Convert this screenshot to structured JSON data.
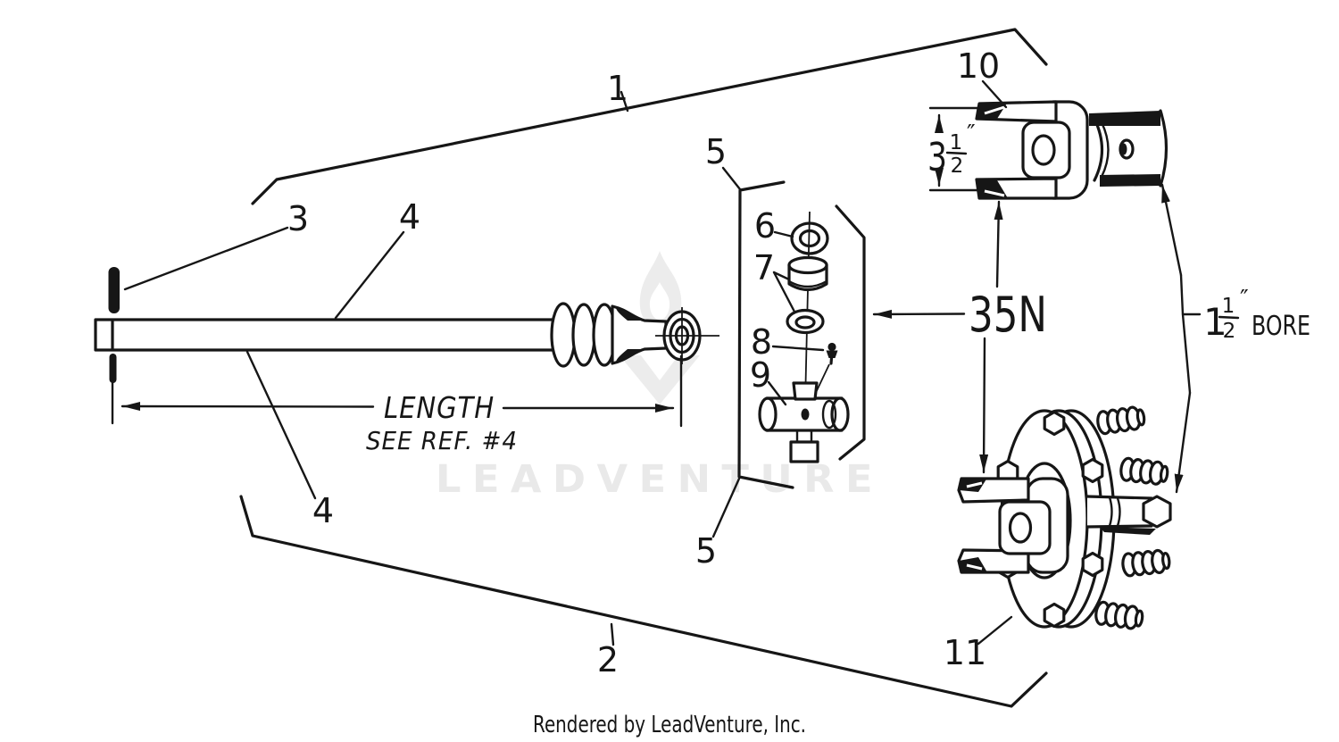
{
  "colors": {
    "ink": "#161616",
    "paper": "#ffffff",
    "watermark": "#e9e9e9"
  },
  "callouts": {
    "c1": "1",
    "c2": "2",
    "c3": "3",
    "c4_top": "4",
    "c4_bottom": "4",
    "c5_top": "5",
    "c5_bottom": "5",
    "c6": "6",
    "c7": "7",
    "c8": "8",
    "c9": "9",
    "c10": "10",
    "c11": "11"
  },
  "part_code": "35N",
  "dimensions": {
    "length": {
      "label": "LENGTH",
      "note": "SEE REF. #4"
    },
    "yoke_height": {
      "whole": "3",
      "numerator": "1",
      "denominator": "2",
      "unit": "″"
    },
    "bore": {
      "whole": "1",
      "numerator": "1",
      "denominator": "2",
      "unit": "″",
      "label": "BORE"
    }
  },
  "watermark": {
    "text": "LEADVENTURE"
  },
  "footer": {
    "text": "Rendered by LeadVenture, Inc."
  }
}
